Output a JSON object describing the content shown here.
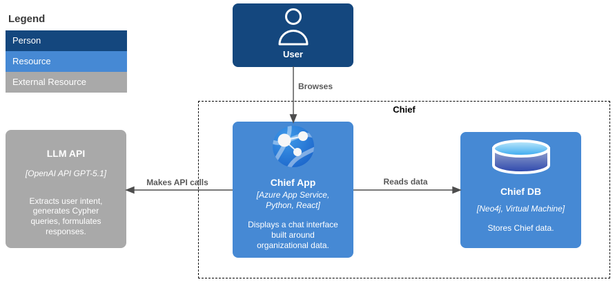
{
  "legend": {
    "title": "Legend",
    "items": [
      {
        "label": "Person",
        "color": "#14477E"
      },
      {
        "label": "Resource",
        "color": "#4689D4"
      },
      {
        "label": "External Resource",
        "color": "#A9A9A9"
      }
    ]
  },
  "container": {
    "label": "Chief"
  },
  "nodes": {
    "user": {
      "label": "User",
      "icon": "person-icon",
      "color": "#14477E"
    },
    "chief_app": {
      "title": "Chief App",
      "subtitle": "[Azure App Service,\nPython, React]",
      "description": "Displays a chat interface\nbuilt around\norganizational data.",
      "icon": "azure-app-globe-icon",
      "color": "#4689D4"
    },
    "chief_db": {
      "title": "Chief DB",
      "subtitle": "[Neo4j, Virtual Machine]",
      "description": "Stores Chief data.",
      "icon": "database-cylinder-icon",
      "color": "#4689D4"
    },
    "llm_api": {
      "title": "LLM API",
      "subtitle": "[OpenAI API GPT-5.1]",
      "description": "Extracts user intent,\ngenerates Cypher\nqueries, formulates\nresponses.",
      "color": "#A9A9A9"
    }
  },
  "edges": {
    "browses": {
      "label": "Browses"
    },
    "makes_api_calls": {
      "label": "Makes API calls"
    },
    "reads_data": {
      "label": "Reads data"
    }
  },
  "colors": {
    "edge_line": "#4D4D4D",
    "edge_label_text": "#595959",
    "node_text": "#FFFFFF",
    "container_border": "#000000",
    "background": "#FFFFFF"
  }
}
